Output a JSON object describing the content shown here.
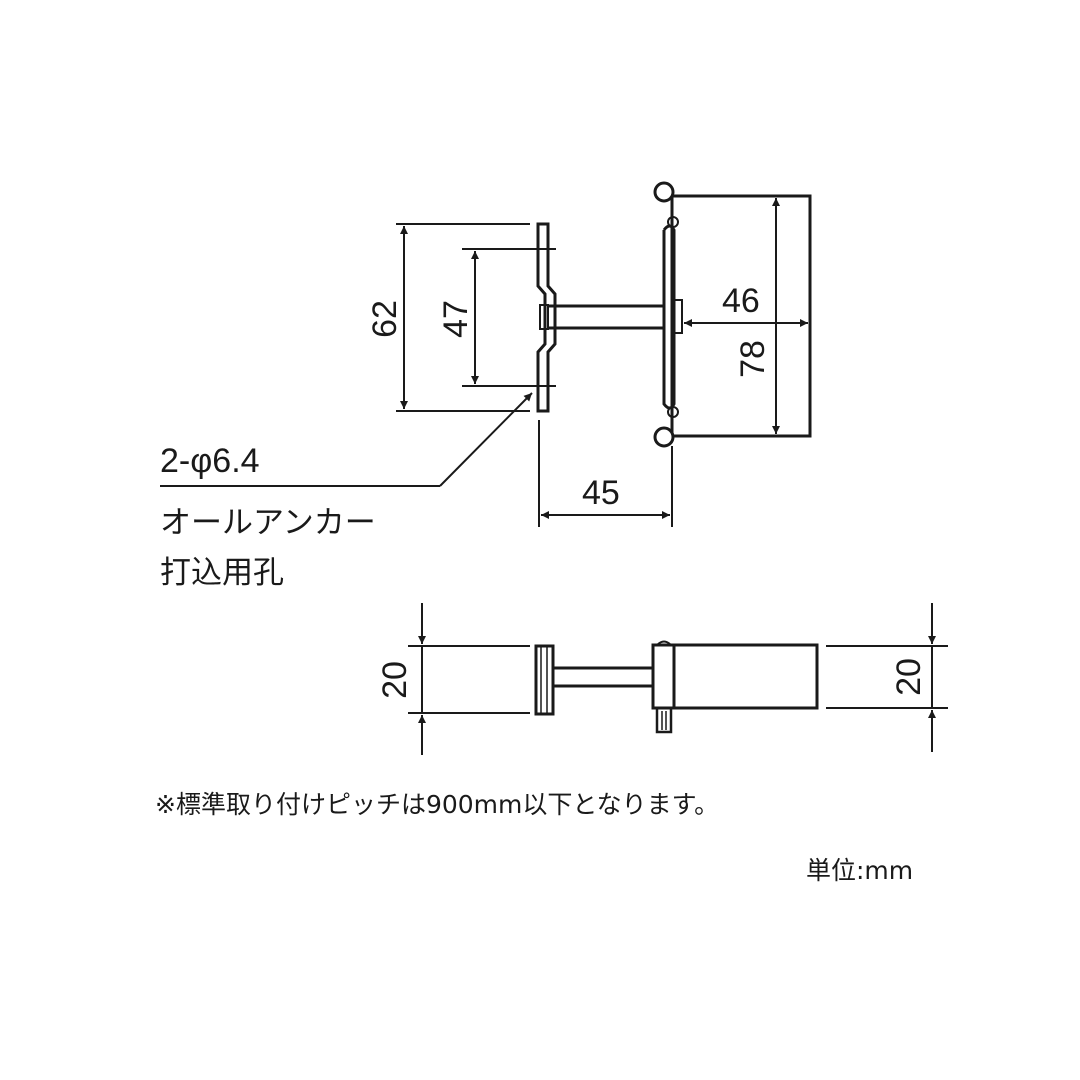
{
  "drawing": {
    "top_view": {
      "dimensions": {
        "plate_outer_height": "62",
        "plate_hole_pitch": "47",
        "depth": "45",
        "holder_width": "46",
        "holder_height": "78"
      },
      "hole_callout": {
        "spec": "2-φ6.4",
        "line1": "オールアンカー",
        "line2": "打込用孔"
      }
    },
    "side_view": {
      "dimensions": {
        "plate_thickness": "20",
        "holder_thickness": "20"
      }
    },
    "note": "※標準取り付けピッチは900mm以下となります。",
    "unit": "単位:mm",
    "line_color": "#1a1a1a"
  }
}
